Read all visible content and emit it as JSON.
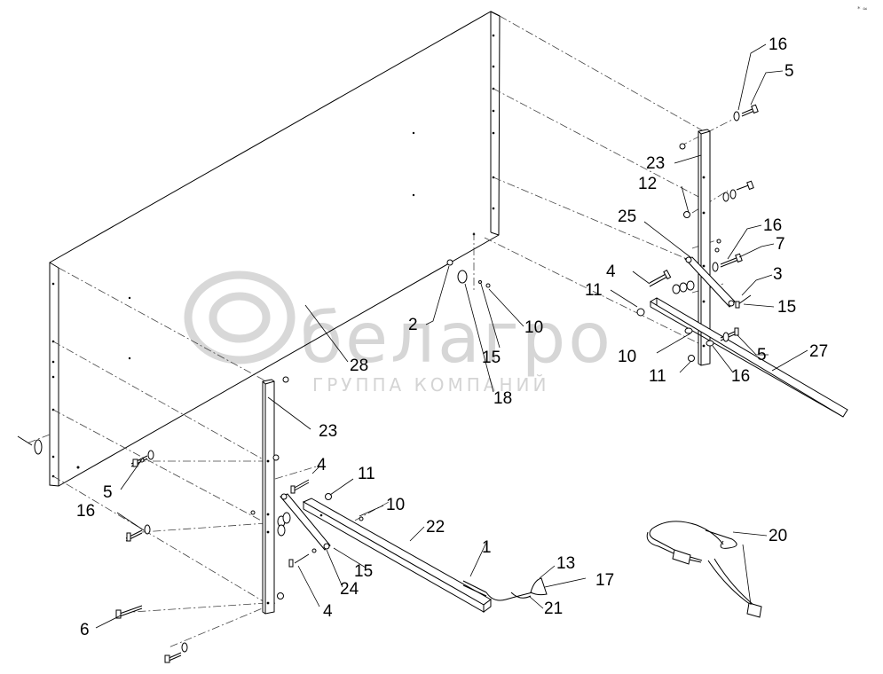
{
  "watermark": {
    "brand": "белагро",
    "subtitle": "ГРУППА КОМПАНИЙ"
  },
  "corner_mark": "* ≈",
  "callouts": [
    {
      "id": "c16a",
      "label": "16"
    },
    {
      "id": "c5a",
      "label": "5"
    },
    {
      "id": "c23a",
      "label": "23"
    },
    {
      "id": "c12",
      "label": "12"
    },
    {
      "id": "c25",
      "label": "25"
    },
    {
      "id": "c16b",
      "label": "16"
    },
    {
      "id": "c7",
      "label": "7"
    },
    {
      "id": "c4a",
      "label": "4"
    },
    {
      "id": "c3",
      "label": "3"
    },
    {
      "id": "c11a",
      "label": "11"
    },
    {
      "id": "c15a",
      "label": "15"
    },
    {
      "id": "c2",
      "label": "2"
    },
    {
      "id": "c10a",
      "label": "10"
    },
    {
      "id": "c10b",
      "label": "10"
    },
    {
      "id": "c5b",
      "label": "5"
    },
    {
      "id": "c27",
      "label": "27"
    },
    {
      "id": "c15b",
      "label": "15"
    },
    {
      "id": "c28",
      "label": "28"
    },
    {
      "id": "c11b",
      "label": "11"
    },
    {
      "id": "c16c",
      "label": "16"
    },
    {
      "id": "c18",
      "label": "18"
    },
    {
      "id": "c23b",
      "label": "23"
    },
    {
      "id": "c4b",
      "label": "4"
    },
    {
      "id": "c11c",
      "label": "11"
    },
    {
      "id": "c5c",
      "label": "5"
    },
    {
      "id": "c10c",
      "label": "10"
    },
    {
      "id": "c16d",
      "label": "16"
    },
    {
      "id": "c22",
      "label": "22"
    },
    {
      "id": "c20",
      "label": "20"
    },
    {
      "id": "c1",
      "label": "1"
    },
    {
      "id": "c13",
      "label": "13"
    },
    {
      "id": "c15c",
      "label": "15"
    },
    {
      "id": "c17",
      "label": "17"
    },
    {
      "id": "c24",
      "label": "24"
    },
    {
      "id": "c21",
      "label": "21"
    },
    {
      "id": "c4c",
      "label": "4"
    },
    {
      "id": "c6",
      "label": "6"
    }
  ]
}
